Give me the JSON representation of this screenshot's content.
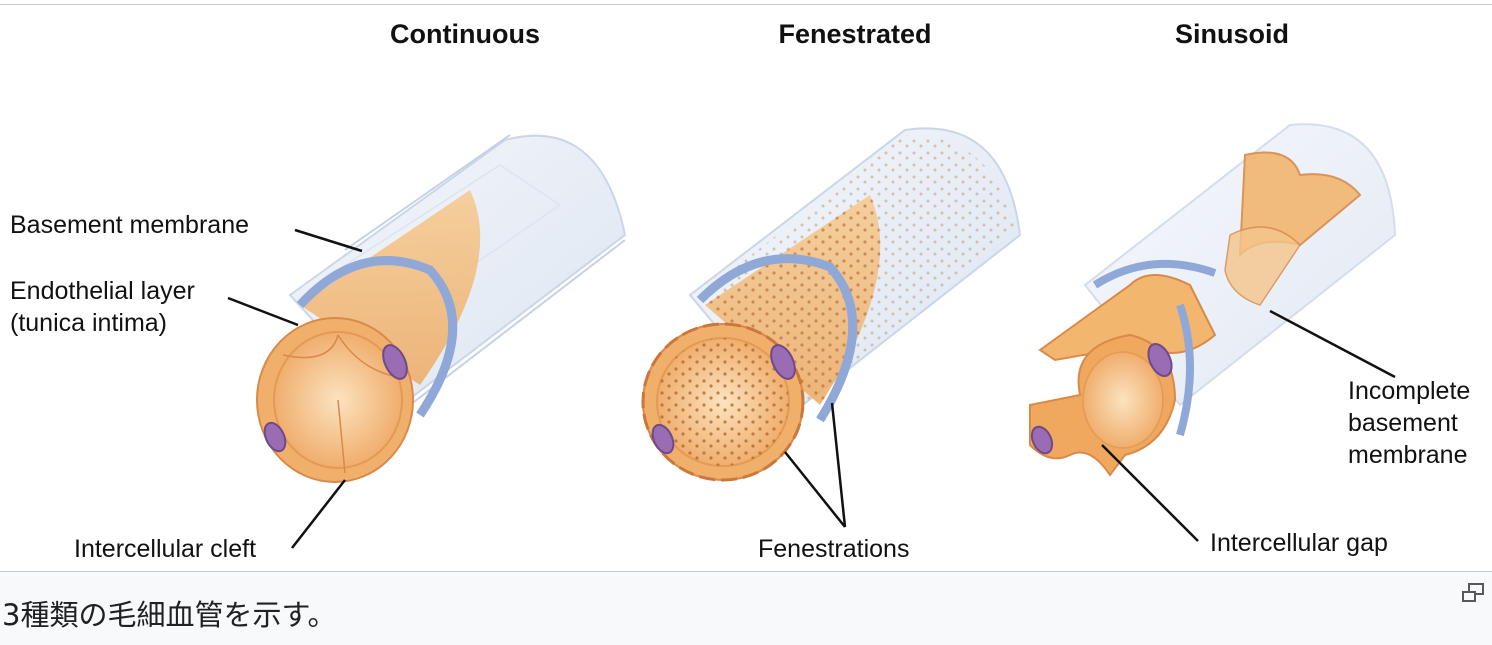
{
  "figure": {
    "titles": {
      "continuous": "Continuous",
      "fenestrated": "Fenestrated",
      "sinusoid": "Sinusoid"
    },
    "labels": {
      "basement_membrane": "Basement membrane",
      "endothelial_layer_line1": "Endothelial layer",
      "endothelial_layer_line2": "(tunica intima)",
      "intercellular_cleft": "Intercellular cleft",
      "fenestrations": "Fenestrations",
      "incomplete_bm_line1": "Incomplete",
      "incomplete_bm_line2": "basement",
      "incomplete_bm_line3": "membrane",
      "intercellular_gap": "Intercellular gap"
    },
    "colors": {
      "endothelium": "#f2b66f",
      "endothelium_light": "#f8d7a6",
      "endothelium_edge": "#d9894a",
      "basement_membrane": "#8fa8d8",
      "tube_glass": "#dfe7f3",
      "nucleus": "#9a6cb4"
    }
  },
  "caption": {
    "text": "3種類の毛細血管を示す。",
    "enlarge_icon": "enlarge-icon"
  }
}
